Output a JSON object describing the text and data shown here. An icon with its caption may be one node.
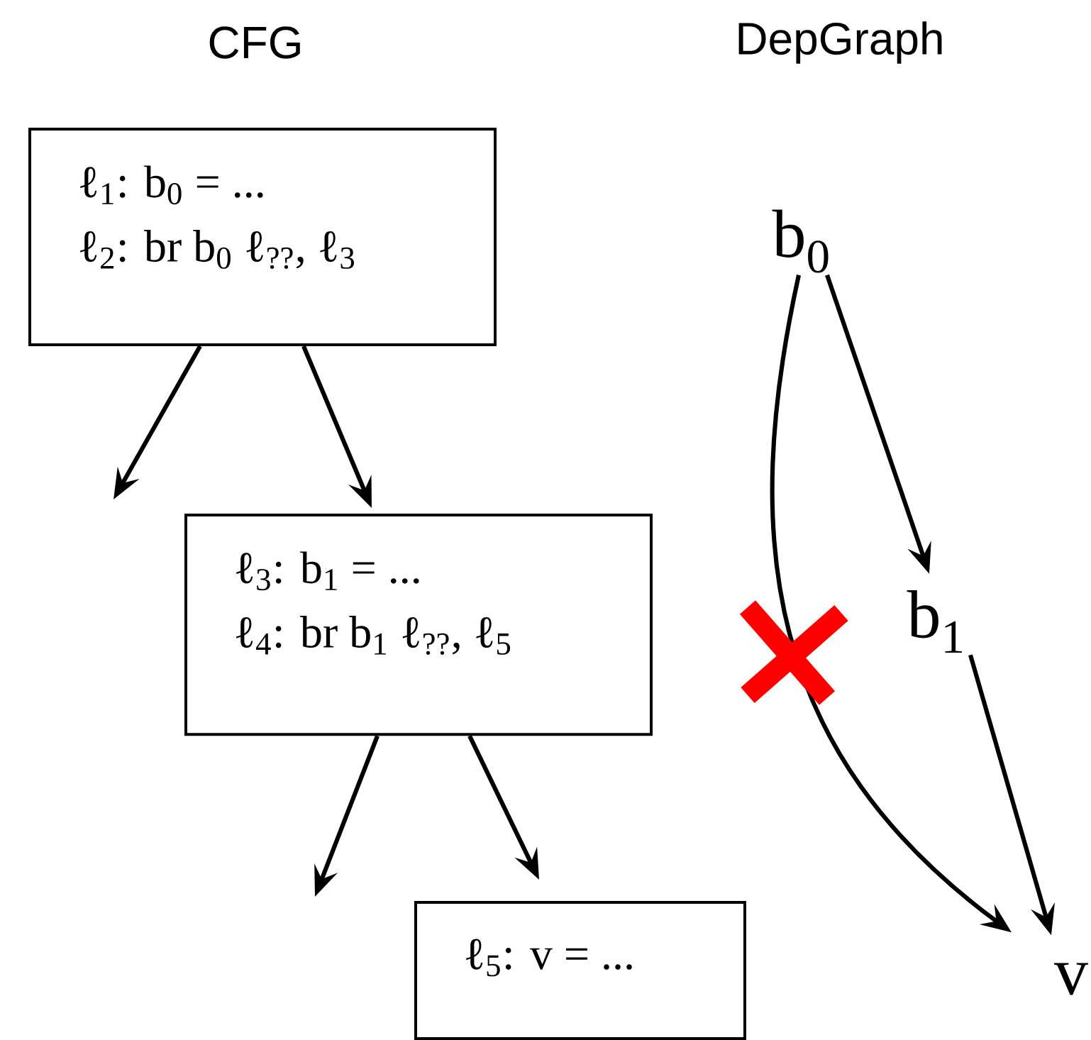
{
  "diagram": {
    "nodes": [
      {
        "text": [
          "ℓ$_{1}$: b$_{0}$ = ...",
          "ℓ$_{2}$: br b$_{0}$ ℓ$_{??}$, ℓ$_{3}$"
        ]
      },
      {
        "text": [
          "ℓ$_{3}$: b$_{1}$ = ...",
          "ℓ$_{4}$: br b$_{1}$ ℓ$_{??}$, ℓ$_{5}$"
        ]
      },
      {
        "text": [
          "ℓ$_{5}$: v = ..."
        ]
      },
      {
        "text": [
          "b$_{0}$"
        ]
      },
      {
        "text": [
          "b$_{1}$"
        ]
      },
      {
        "text": [
          "v"
        ]
      }
    ],
    "edges": [
      {
        "from": 0,
        "to": null,
        "arrow": "to"
      },
      {
        "from": 0,
        "to": 1,
        "arrow": "to"
      },
      {
        "from": 1,
        "to": null,
        "arrow": "to"
      },
      {
        "from": 1,
        "to": 2,
        "arrow": "to"
      },
      {
        "from": 3,
        "to": 5,
        "arrow": "to"
      },
      {
        "from": 3,
        "to": 4,
        "arrow": "to"
      },
      {
        "from": 4,
        "to": 5,
        "arrow": "to"
      }
    ],
    "labels": [
      "CFG",
      "DepGraph"
    ]
  }
}
